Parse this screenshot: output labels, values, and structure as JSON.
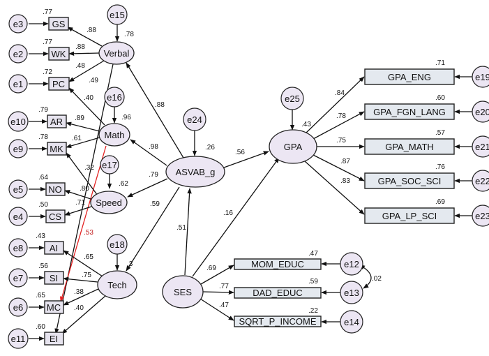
{
  "latent": {
    "verbal": "Verbal",
    "math": "Math",
    "speed": "Speed",
    "tech": "Tech",
    "asvab": "ASVAB_g",
    "gpa": "GPA",
    "ses": "SES"
  },
  "indicators": {
    "gs": "GS",
    "wk": "WK",
    "pc": "PC",
    "ar": "AR",
    "mk": "MK",
    "no": "NO",
    "cs": "CS",
    "ai": "AI",
    "si": "SI",
    "mc": "MC",
    "ei": "EI"
  },
  "gpa_items": {
    "eng": "GPA_ENG",
    "fgn": "GPA_FGN_LANG",
    "math": "GPA_MATH",
    "soc": "GPA_SOC_SCI",
    "lp": "GPA_LP_SCI"
  },
  "ses_items": {
    "mom": "MOM_EDUC",
    "dad": "DAD_EDUC",
    "inc": "SQRT_P_INCOME"
  },
  "errors": {
    "e1": "e1",
    "e2": "e2",
    "e3": "e3",
    "e4": "e4",
    "e5": "e5",
    "e6": "e6",
    "e7": "e7",
    "e8": "e8",
    "e9": "e9",
    "e10": "e10",
    "e11": "e11",
    "e12": "e12",
    "e13": "e13",
    "e14": "e14",
    "e15": "e15",
    "e16": "e16",
    "e17": "e17",
    "e18": "e18",
    "e19": "e19",
    "e20": "e20",
    "e21": "e21",
    "e22": "e22",
    "e23": "e23",
    "e24": "e24",
    "e25": "e25"
  },
  "r2": {
    "gs": ".77",
    "wk": ".77",
    "pc": ".72",
    "ar": ".79",
    "mk": ".78",
    "no": ".64",
    "cs": ".50",
    "ai": ".43",
    "si": ".56",
    "mc": ".65",
    "ei": ".60",
    "verbal": ".78",
    "math": ".96",
    "speed": ".62",
    "tech": ".3",
    "asvab": ".26",
    "gpa": ".43",
    "eng": ".71",
    "fgn": ".60",
    "gmath": ".57",
    "soc": ".76",
    "lp": ".69",
    "mom": ".47",
    "dad": ".59",
    "inc": ".22"
  },
  "loadings": {
    "verbal_gs": ".88",
    "verbal_wk": ".88",
    "verbal_pc": ".48",
    "verbal_ei": ".49",
    "math_ar": ".89",
    "math_mk": ".61",
    "math_pc": ".40",
    "speed_no": ".80",
    "speed_cs": ".71",
    "speed_mk": ".32",
    "tech_ai": ".65",
    "tech_si": ".75",
    "tech_mc": ".38",
    "tech_ei": ".40",
    "math_mc": ".53",
    "asvab_verbal": ".88",
    "asvab_math": ".98",
    "asvab_speed": ".79",
    "asvab_tech": ".59",
    "asvab_gpa": ".56",
    "ses_asvab": ".51",
    "ses_gpa": ".16",
    "gpa_eng": ".84",
    "gpa_fgn": ".78",
    "gpa_math": ".75",
    "gpa_soc": ".87",
    "gpa_lp": ".83",
    "ses_mom": ".69",
    "ses_dad": ".77",
    "ses_inc": ".47",
    "e12_e13": ".02"
  },
  "colors": {
    "cross_loading": "#e32222"
  }
}
